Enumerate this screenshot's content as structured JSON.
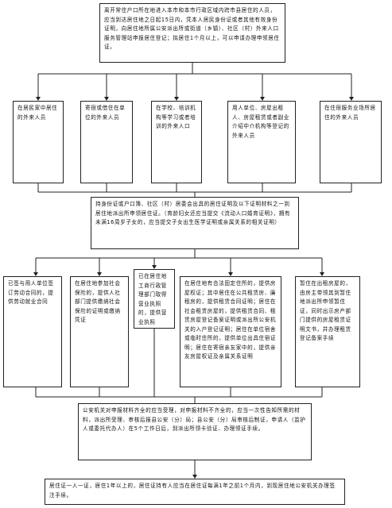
{
  "top_box": "离开常住户口所在地进入本市和本市行政区域内跨市县居住的人员，应当到达居住地之日起15日内，凭本人居民身份证或者其他有效身份证明，向居住地所属公安派出所或街道（乡镇）、社区（村）外来人口服务管理站申报居住登记；拟居住1个月以上，可以申请办理申领居住证。",
  "row1": [
    "在居民家中居住的外来人员",
    "寄宿或借住在单位的外来人员",
    "在学校、培训机构等学习或者培训的外来人口",
    "用人单位、房屋出租人、房屋租赁或者副业介绍中介机构等登记的外来人员",
    "在住宿服务业场所居住的外来人员"
  ],
  "mid_box": "持身份证或户口簿、社区（村）居委会出具的居住证明及以下证明材料之一到居住地派出所申领居住证。（育龄妇女还应当提交《流动人口婚育证明》，拥有未满16周岁子女的，应当提交子女出生医学证明或亲属关系的相关证明）",
  "row2": [
    "已签与用人单位签订劳动合同的，提供劳动就业合同",
    "在居住地参加社会保险的，提供人社部门提供缴纳社会保险的证明或缴纳凭证",
    "已在居住地工商行政管理部门取得营业执照的，提供营业执照",
    "在居住地有合法固定住所的，提供房屋权证；其中居住在公共租赁房、廉租房的，提供租赁合同证明；居住在社会租赁房屋的，提供租赁合同、租赁房屋登记备案证明或派出所公安机关的入户登记证明；居住在单位宿舍或临时住所的，提供单位出具住宿证明；居住在寄宿亲友家中的，提供亲友房屋权证及亲属关系证明",
    "暂住在出租房屋的，由房主带领其到暂住地派出所申领暂住证，同时出示房产部门提供的房屋租赁证明文书，并办理租赁登记备案手续"
  ],
  "bottom1": "公安机关对申报材料齐全的应当受理，对申报材料不齐全的，应当一次性告知所需的材料，派出所受理、审核后报县公安（分）局；县公安（分）局审核后制证，申请人（监护人或委托代办人）在5个工作日后，到派出所领卡验证、办理领证手续。",
  "bottom2": "居住证一人一证，居住1年以上的，居住证持有人应当在居住证每满1年之前1个月内，到现居住地公安机关办理签注手续。"
}
